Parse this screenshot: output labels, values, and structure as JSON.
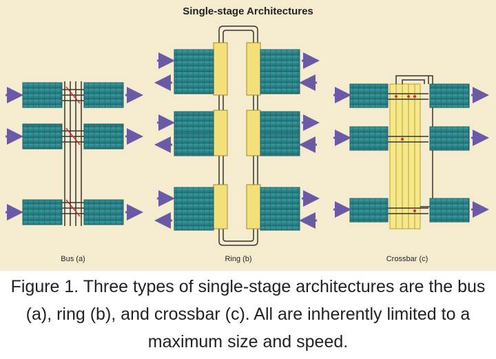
{
  "figure": {
    "title": "Single-stage Architectures",
    "labels": {
      "bus": "Bus (a)",
      "ring": "Ring (b)",
      "crossbar": "Crossbar (c)"
    },
    "caption": "Figure 1. Three types of single-stage architectures are the bus (a), ring (b), and crossbar (c). All are inherently limited to a maximum size and speed."
  },
  "colors": {
    "background": "#f5ecd0",
    "card_face": "#2f8f94",
    "card_grid": "#1e6a70",
    "arrow": "#6a5aa6",
    "bus_line": "#333333",
    "bus_mark": "#d03030",
    "ring_bar": "#f4e07a",
    "crossbar_band": "#f6e78a"
  }
}
